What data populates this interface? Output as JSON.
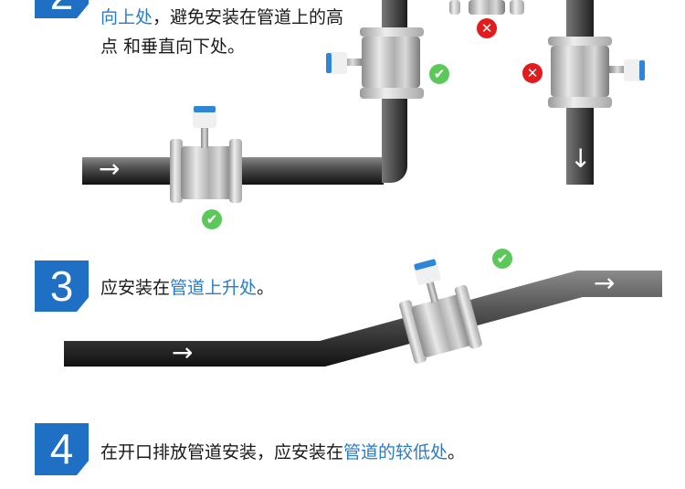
{
  "steps": [
    {
      "number": "2",
      "lines": [
        {
          "highlight": "向上处",
          "normal": "，避免安装在管道上的高"
        },
        {
          "normal": "点 和垂直向下处。"
        }
      ],
      "marks": [
        "check-icon",
        "cross-icon",
        "check-icon",
        "cross-icon"
      ]
    },
    {
      "number": "3",
      "normal": "应安装在",
      "highlight": "管道上升处",
      "suffix": "。",
      "marks": [
        "check-icon"
      ]
    },
    {
      "number": "4",
      "normal": "在开口排放管道安装，应安装在",
      "highlight": "管道的较低处",
      "suffix": "。"
    }
  ],
  "icons": {
    "arrow_right": "→",
    "arrow_down": "↓",
    "check": "✔",
    "cross": "✕"
  },
  "colors": {
    "badge": "#1f6fc5",
    "highlight_text": "#2a7bc8",
    "check": "#5cc85a",
    "cross": "#e21c1c"
  }
}
